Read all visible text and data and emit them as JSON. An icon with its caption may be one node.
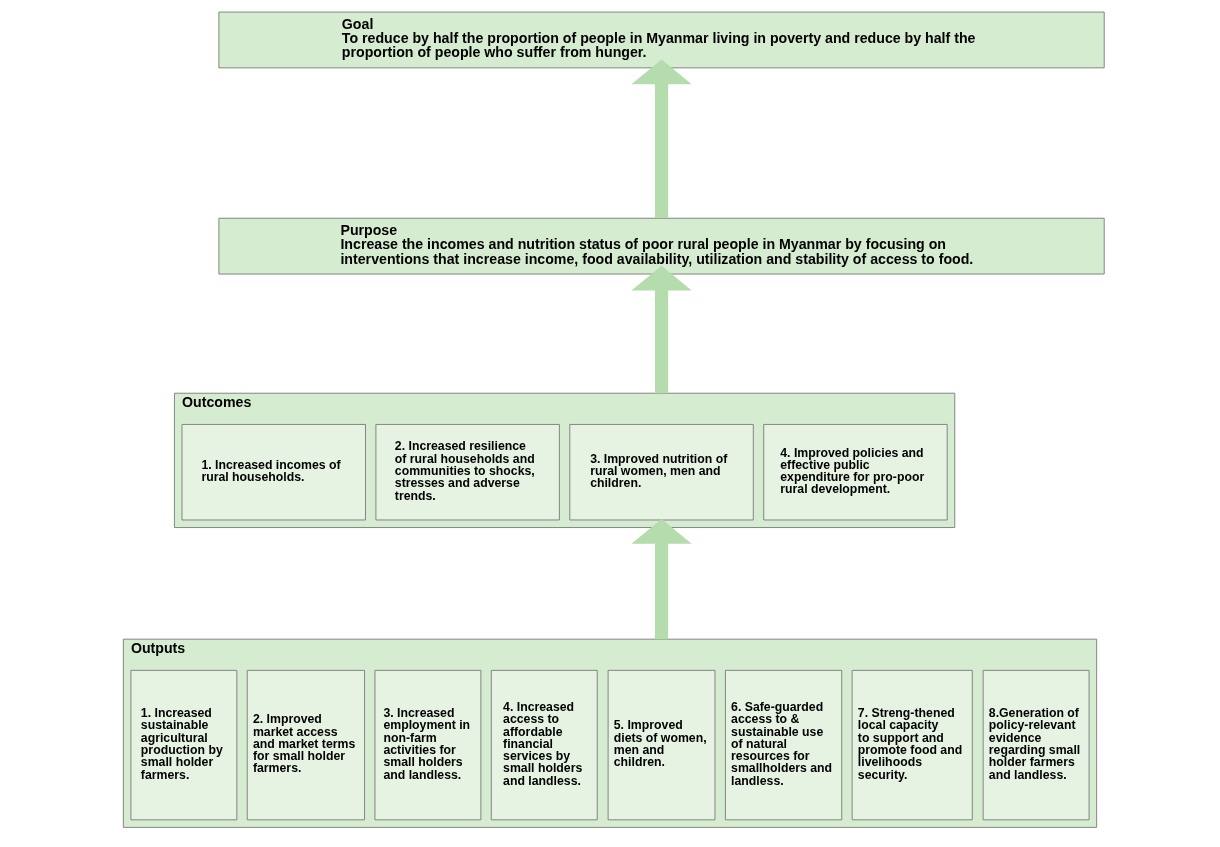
{
  "diagram": {
    "nodes": [
      {
        "text": [
          "Goal",
          "To reduce by half the proportion of people in Myanmar living in poverty and reduce by half the proportion of people who suffer from hunger."
        ]
      },
      {
        "text": [
          "Purpose",
          "Increase the incomes and nutrition status of poor rural people in Myanmar by focusing on interventions that increase income, food availability, utilization and stability of access to food."
        ]
      },
      {
        "text": [
          "Outcomes"
        ]
      },
      {
        "text": [
          "1. Increased incomes of rural households."
        ],
        "in": 2
      },
      {
        "text": [
          "2. Increased resilience of rural households and communities to shocks, stresses and adverse trends."
        ],
        "in": 2
      },
      {
        "text": [
          "3. Improved nutrition of rural women, men and children."
        ],
        "in": 2
      },
      {
        "text": [
          "4. Improved policies and effective public expenditure for pro-poor rural development."
        ],
        "in": 2
      },
      {
        "text": [
          "Outputs"
        ]
      },
      {
        "text": [
          "1. Increased sustainable agricultural production by small holder farmers."
        ],
        "in": 7
      },
      {
        "text": [
          "2. Improved market access and market terms for small holder farmers."
        ],
        "in": 7
      },
      {
        "text": [
          "3. Increased employment in non-farm activities for small holders and landless."
        ],
        "in": 7
      },
      {
        "text": [
          "4. Increased access to affordable financial services by small holders and landless."
        ],
        "in": 7
      },
      {
        "text": [
          "5. Improved diets of women, men and children."
        ],
        "in": 7
      },
      {
        "text": [
          "6. Safe-guarded access to & sustainable use of natural resources for smallholders and landless."
        ],
        "in": 7
      },
      {
        "text": [
          "7. Streng-thened local capacity to support and promote food and livelihoods security."
        ],
        "in": 7
      },
      {
        "text": [
          "8.Generation of policy-relevant evidence regarding small holder farmers and landless."
        ],
        "in": 7
      }
    ],
    "edges": [
      {
        "from": 1,
        "to": 0,
        "arrow": "to"
      },
      {
        "from": 2,
        "to": 1,
        "arrow": "to"
      },
      {
        "from": 7,
        "to": 2,
        "arrow": "to"
      }
    ]
  }
}
